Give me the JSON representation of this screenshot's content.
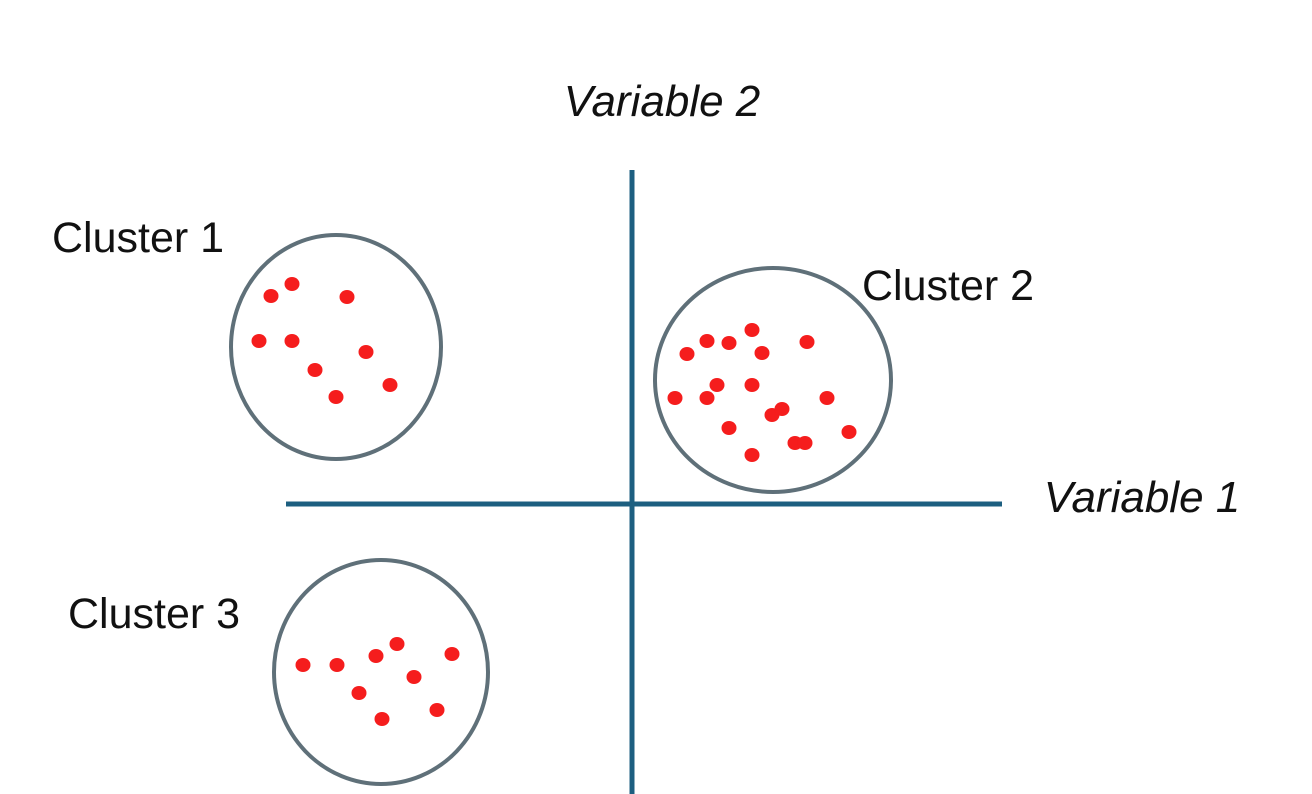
{
  "axes": {
    "x_label": "Variable 1",
    "y_label": "Variable 2"
  },
  "colors": {
    "axis": "#1d5f80",
    "circle": "#5f7079",
    "point": "#f51d1d"
  },
  "clusters": [
    {
      "label": "Cluster 1",
      "points": [
        [
          -3.61,
          2.08
        ],
        [
          -3.4,
          2.2
        ],
        [
          -2.85,
          2.07
        ],
        [
          -3.73,
          1.63
        ],
        [
          -3.4,
          1.63
        ],
        [
          -3.17,
          1.34
        ],
        [
          -2.66,
          1.52
        ],
        [
          -2.96,
          1.07
        ],
        [
          -2.42,
          1.19
        ]
      ]
    },
    {
      "label": "Cluster 2",
      "points": [
        [
          0.55,
          1.5
        ],
        [
          0.75,
          1.63
        ],
        [
          0.97,
          1.61
        ],
        [
          1.2,
          1.74
        ],
        [
          1.3,
          1.51
        ],
        [
          1.75,
          1.62
        ],
        [
          0.43,
          1.06
        ],
        [
          0.75,
          1.06
        ],
        [
          0.85,
          1.19
        ],
        [
          1.2,
          1.19
        ],
        [
          1.4,
          0.89
        ],
        [
          1.5,
          0.95
        ],
        [
          0.97,
          0.76
        ],
        [
          1.95,
          1.06
        ],
        [
          1.63,
          0.61
        ],
        [
          1.73,
          0.61
        ],
        [
          2.17,
          0.72
        ],
        [
          1.2,
          0.49
        ]
      ]
    },
    {
      "label": "Cluster 3",
      "points": [
        [
          -3.29,
          -1.61
        ],
        [
          -2.95,
          -1.61
        ],
        [
          -2.56,
          -1.52
        ],
        [
          -2.35,
          -1.4
        ],
        [
          -1.8,
          -1.5
        ],
        [
          -2.73,
          -1.89
        ],
        [
          -2.18,
          -1.73
        ],
        [
          -2.5,
          -2.15
        ],
        [
          -1.95,
          -2.06
        ]
      ]
    }
  ]
}
